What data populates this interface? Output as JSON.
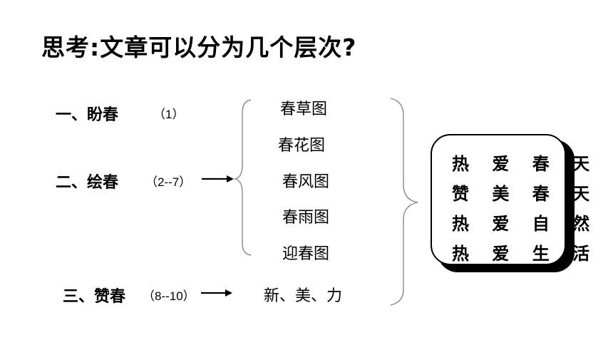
{
  "title": "思考:文章可以分为几个层次?",
  "sections": [
    {
      "label": "一、盼春",
      "paragraphs": "（1）",
      "arrow": ""
    },
    {
      "label": "二、绘春",
      "paragraphs": "（2--7）",
      "arrow": "⟶"
    },
    {
      "label": "三、赞春",
      "paragraphs": "（8--10）",
      "arrow": "⟶"
    }
  ],
  "pictures": [
    "春草图",
    "春花图",
    "春风图",
    "春雨图",
    "迎春图"
  ],
  "praise": "新、美、力",
  "summary": [
    "热 爱 春 天",
    "赞 美 春 天",
    "热 爱 自 然",
    "热 爱 生 活"
  ]
}
